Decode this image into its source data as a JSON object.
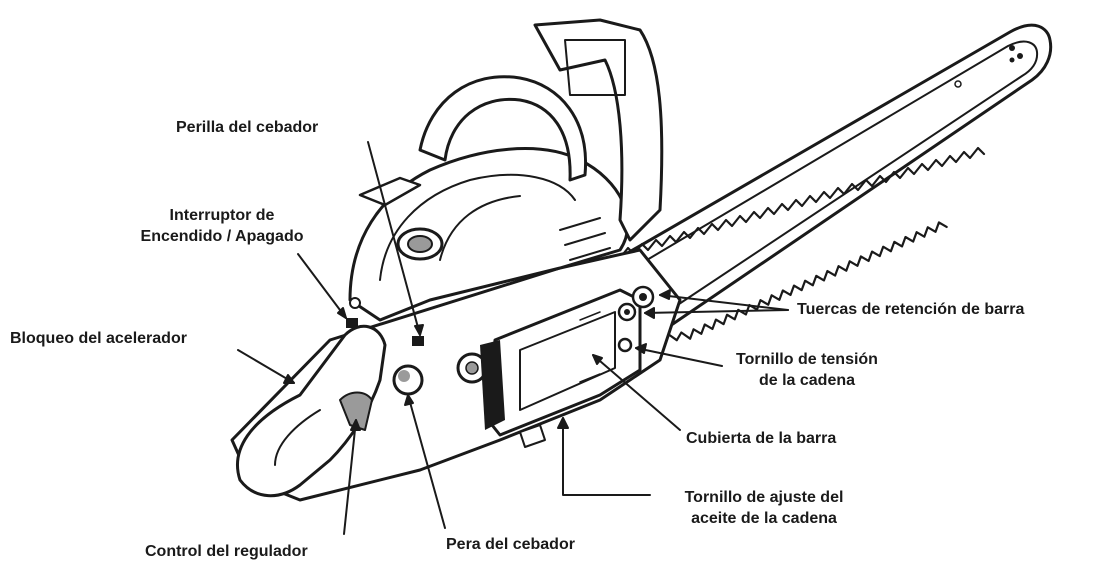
{
  "labels": {
    "primer_knob": "Perilla del cebador",
    "on_off_switch": [
      "Interruptor de",
      "Encendido / Apagado"
    ],
    "throttle_lockout": "Bloqueo del acelerador",
    "bar_nuts": "Tuercas de retención de barra",
    "chain_tension_screw": [
      "Tornillo de tensión",
      "de la cadena"
    ],
    "bar_cover": "Cubierta de la barra",
    "oil_adjust_screw": [
      "Tornillo de ajuste del",
      "aceite de la cadena"
    ],
    "throttle_control": "Control del regulador",
    "primer_bulb": "Pera del cebador"
  },
  "colors": {
    "ink": "#1a1a1a",
    "shade": "#9a9a9a",
    "paper": "#ffffff"
  }
}
